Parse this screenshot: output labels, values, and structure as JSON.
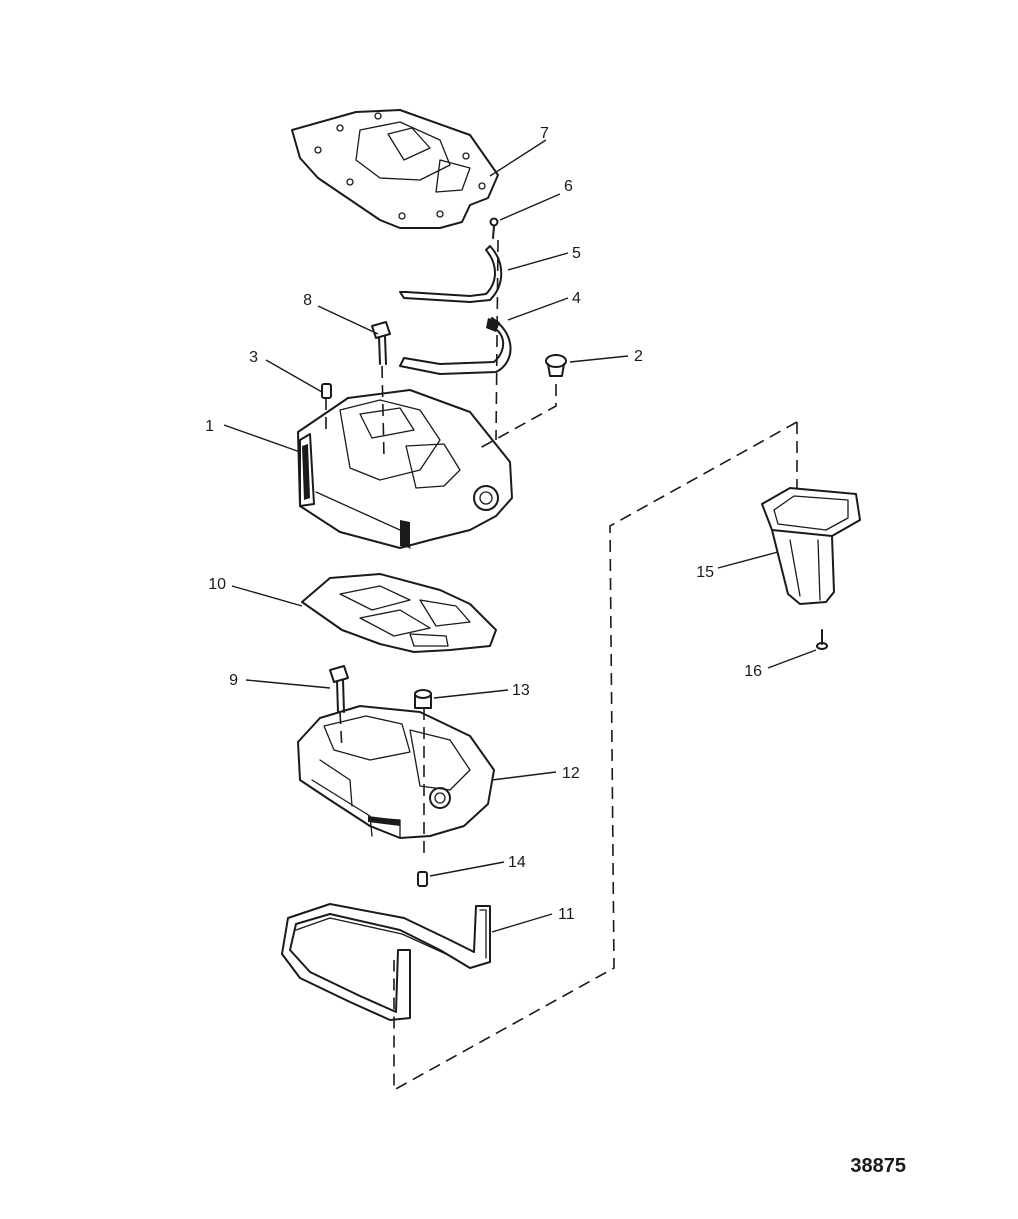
{
  "figure_number": "38875",
  "callouts": [
    "1",
    "2",
    "3",
    "4",
    "5",
    "6",
    "7",
    "8",
    "9",
    "10",
    "11",
    "12",
    "13",
    "14",
    "15",
    "16"
  ]
}
